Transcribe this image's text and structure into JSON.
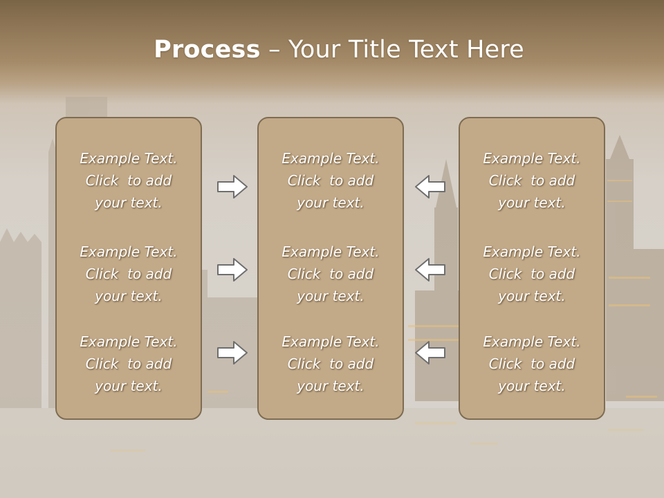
{
  "slide": {
    "title_bold": "Process",
    "title_rest": " – Your Title Text Here",
    "columns": [
      {
        "blocks": [
          [
            "Example Text.",
            "Click  to add",
            "your text."
          ],
          [
            "Example Text.",
            "Click  to add",
            "your text."
          ],
          [
            "Example Text.",
            "Click  to add",
            "your text."
          ]
        ]
      },
      {
        "blocks": [
          [
            "Example Text.",
            "Click  to add",
            "your text."
          ],
          [
            "Example Text.",
            "Click  to add",
            "your text."
          ],
          [
            "Example Text.",
            "Click  to add",
            "your text."
          ]
        ]
      },
      {
        "blocks": [
          [
            "Example Text.",
            "Click  to add",
            "your text."
          ],
          [
            "Example Text.",
            "Click  to add",
            "your text."
          ],
          [
            "Example Text.",
            "Click  to add",
            "your text."
          ]
        ]
      }
    ],
    "arrows": {
      "left_column": [
        "arrow-right-icon",
        "arrow-right-icon",
        "arrow-right-icon"
      ],
      "right_column": [
        "arrow-left-icon",
        "arrow-left-icon",
        "arrow-left-icon"
      ]
    }
  },
  "colors": {
    "panel_fill": "#c2a988",
    "panel_border": "#7e6c52",
    "header_band": "#8f7656",
    "text": "#ffffff"
  }
}
